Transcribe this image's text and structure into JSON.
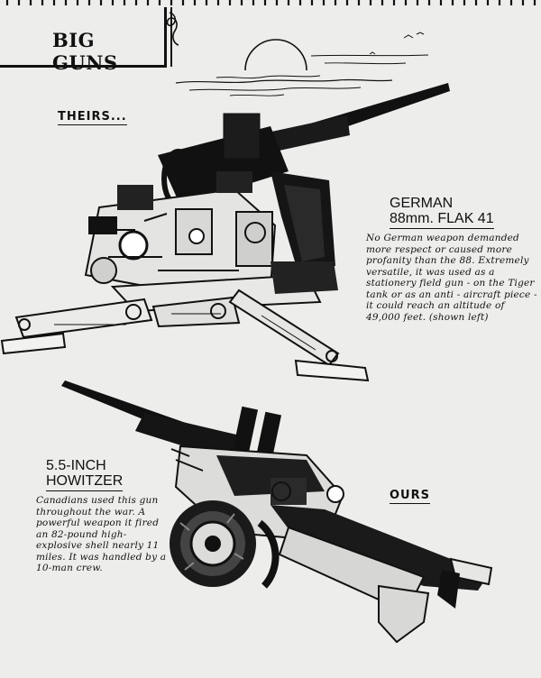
{
  "page": {
    "title": "BIG GUNS",
    "theirs_label": "THEIRS...",
    "ours_label": "OURS"
  },
  "german_gun": {
    "heading_line1": "GERMAN",
    "heading_line2": "88mm. FLAK 41",
    "caption": "No German weapon demanded more respect or caused more profanity than the 88. Extremely versatile, it was used as a stationery field gun - on the Tiger tank or as an anti - aircraft piece - it could reach an altitude of 49,000 feet. (shown left)"
  },
  "howitzer": {
    "heading_line1": "5.5-INCH",
    "heading_line2": "HOWITZER",
    "caption": "Canadians used this gun throughout the war. A powerful weapon it fired an 82-pound high-explosive shell nearly 11 miles. It was handled by a 10-man crew."
  },
  "colors": {
    "paper": "#ededeb",
    "ink": "#111111"
  },
  "icons": {
    "binding": "spiral-binding-icon",
    "sun": "setting-sun-icon",
    "flak_gun": "flak-88-gun-illustration",
    "howitzer_gun": "howitzer-gun-illustration"
  }
}
